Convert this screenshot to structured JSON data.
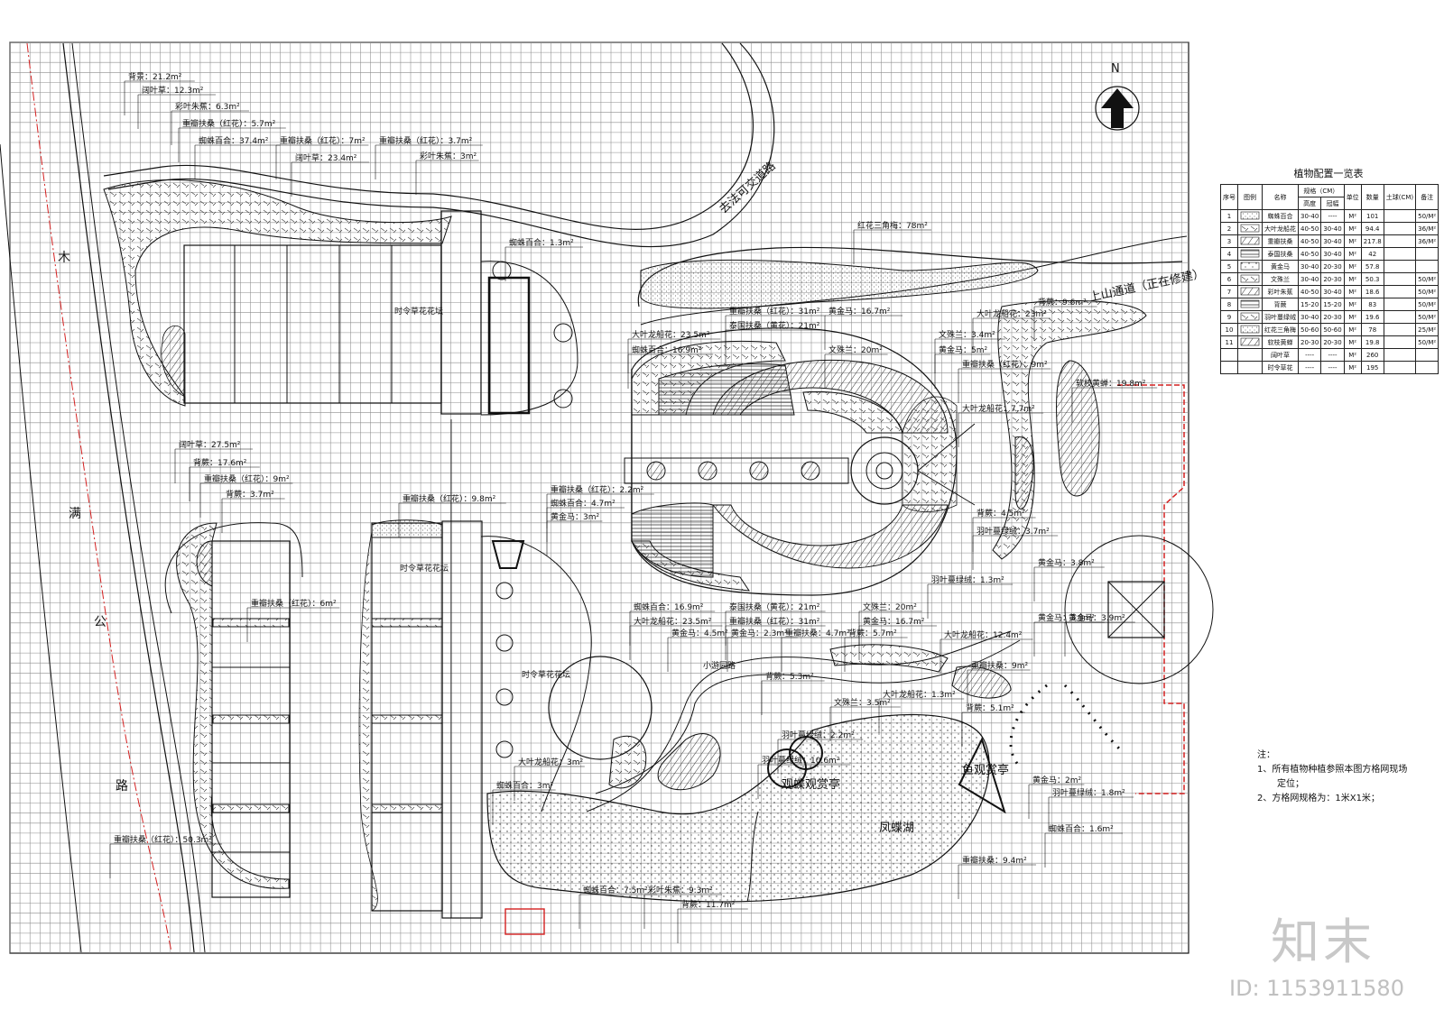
{
  "north": "N",
  "roads": {
    "main_road": [
      "木",
      "满",
      "公",
      "路"
    ],
    "ring_road": "去法可交道路",
    "mountain_road": "上山通道（正在修建）"
  },
  "places": {
    "pavilion": "观蝶观赏亭",
    "fish_pavilion": "鱼观赏亭",
    "lake": "凤蝶湖",
    "path": "小游园路",
    "flower_stand_1": "时令草花花坛",
    "flower_stand_2": "时令草花花坛",
    "flower_stand_3": "时令草花花坛"
  },
  "labels": [
    "背景：21.2m²",
    "阔叶草：12.3m²",
    "彩叶朱蕉：6.3m²",
    "重瓣扶桑（红花）：5.7m²",
    "蜘蛛百合：37.4m²",
    "重瓣扶桑（红花）：7m²",
    "阔叶草：23.4m²",
    "重瓣扶桑（红花）：3.7m²",
    "彩叶朱蕉：3m²",
    "蜘蛛百合：1.3m²",
    "红花三角梅：78m²",
    "背蕨：9.6m²",
    "大叶龙船花：23m²",
    "大叶龙船花：23.5m²",
    "重瓣扶桑（红花）：31m²",
    "黄金马：16.7m²",
    "文殊兰：3.4m²",
    "蜘蛛百合：16.9m²",
    "泰国扶桑（黄花）：21m²",
    "文殊兰：20m²",
    "黄金马：5m²",
    "重瓣扶桑（红花）：9m²",
    "软枝黄蝉：19.8m²",
    "大叶龙船花：7.7m²",
    "阔叶草：27.5m²",
    "背蕨：17.6m²",
    "重瓣扶桑（红花）：9m²",
    "背蕨：3.7m²",
    "重瓣扶桑（红花）：9.8m²",
    "重瓣扶桑（红花）：2.2m²",
    "蜘蛛百合：4.7m²",
    "黄金马：3m²",
    "背蕨：4.5m²",
    "羽叶蔓绿绒：3.7m²",
    "黄金马：3.8m²",
    "羽叶蔓绿绒：1.3m²",
    "黄金马：3.9m²",
    "重瓣扶桑（红花）：6m²",
    "蜘蛛百合：16.9m²",
    "大叶龙船花：23.5m²",
    "泰国扶桑（黄花）：21m²",
    "重瓣扶桑（红花）：31m²",
    "文殊兰：20m²",
    "黄金马：16.7m²",
    "黄金马：4.5m²",
    "黄金马：2.3m²",
    "重瓣扶桑：4.7m²",
    "背蕨：5.7m²",
    "大叶龙船花：12.4m²",
    "黄金马：3.9m²",
    "背蕨：5.3m²",
    "重瓣扶桑：9m²",
    "大叶龙船花：1.3m²",
    "文殊兰：3.5m²",
    "背蕨：5.1m²",
    "羽叶蔓绿绒：2.2m²",
    "羽叶蔓绿绒：10.6m²",
    "大叶龙船花：3m²",
    "蜘蛛百合：3m²",
    "黄金马：2m²",
    "羽叶蔓绿绒：1.8m²",
    "蜘蛛百合：1.6m²",
    "重瓣扶桑（红花）：50.3m²",
    "蜘蛛百合：7.5m²",
    "彩叶朱蕉：9.3m²",
    "背蕨：11.7m²",
    "重瓣扶桑：9.4m²"
  ],
  "legend": {
    "title": "植物配置一览表",
    "headers": [
      "序号",
      "图例",
      "名称",
      "规格（CM）",
      "单位",
      "数量",
      "土球(CM)",
      "备注"
    ],
    "subheaders": [
      "高度",
      "冠幅"
    ],
    "rows": [
      [
        "1",
        "",
        "蜘蛛百合",
        "30-40",
        "----",
        "M²",
        "101",
        "",
        "50/M²"
      ],
      [
        "2",
        "",
        "大叶龙船花",
        "40-50",
        "30-40",
        "M²",
        "94.4",
        "",
        "36/M²"
      ],
      [
        "3",
        "",
        "重瓣扶桑",
        "40-50",
        "30-40",
        "M²",
        "217.8",
        "",
        "36/M²"
      ],
      [
        "4",
        "",
        "泰国扶桑",
        "40-50",
        "30-40",
        "M²",
        "42",
        "",
        ""
      ],
      [
        "5",
        "",
        "黄金马",
        "30-40",
        "20-30",
        "M²",
        "57.8",
        "",
        ""
      ],
      [
        "6",
        "",
        "文殊兰",
        "30-40",
        "20-30",
        "M²",
        "50.3",
        "",
        "50/M²"
      ],
      [
        "7",
        "",
        "彩叶朱蕉",
        "40-50",
        "30-40",
        "M²",
        "18.6",
        "",
        "50/M²"
      ],
      [
        "8",
        "",
        "背蕨",
        "15-20",
        "15-20",
        "M²",
        "83",
        "",
        "50/M²"
      ],
      [
        "9",
        "",
        "羽叶蔓绿绒",
        "30-40",
        "20-30",
        "M²",
        "19.6",
        "",
        "50/M²"
      ],
      [
        "10",
        "",
        "红花三角梅",
        "50-60",
        "50-60",
        "M²",
        "78",
        "",
        "25/M²"
      ],
      [
        "11",
        "",
        "软枝黄蝉",
        "20-30",
        "20-30",
        "M²",
        "19.8",
        "",
        "50/M²"
      ],
      [
        "",
        "",
        "阔叶草",
        "----",
        "----",
        "M²",
        "260",
        "",
        ""
      ],
      [
        "",
        "",
        "时令草花",
        "----",
        "----",
        "M²",
        "195",
        "",
        ""
      ]
    ]
  },
  "notes": {
    "title": "注：",
    "lines": [
      "1、所有植物种植参照本图方格网现场",
      "定位；",
      "2、方格网规格为：1米X1米；"
    ]
  },
  "watermark": {
    "logo": "知末",
    "id": "ID: 1153911580"
  },
  "colors": {
    "line": "#111111",
    "grid": "#8a8a8a",
    "red": "#d42020"
  }
}
